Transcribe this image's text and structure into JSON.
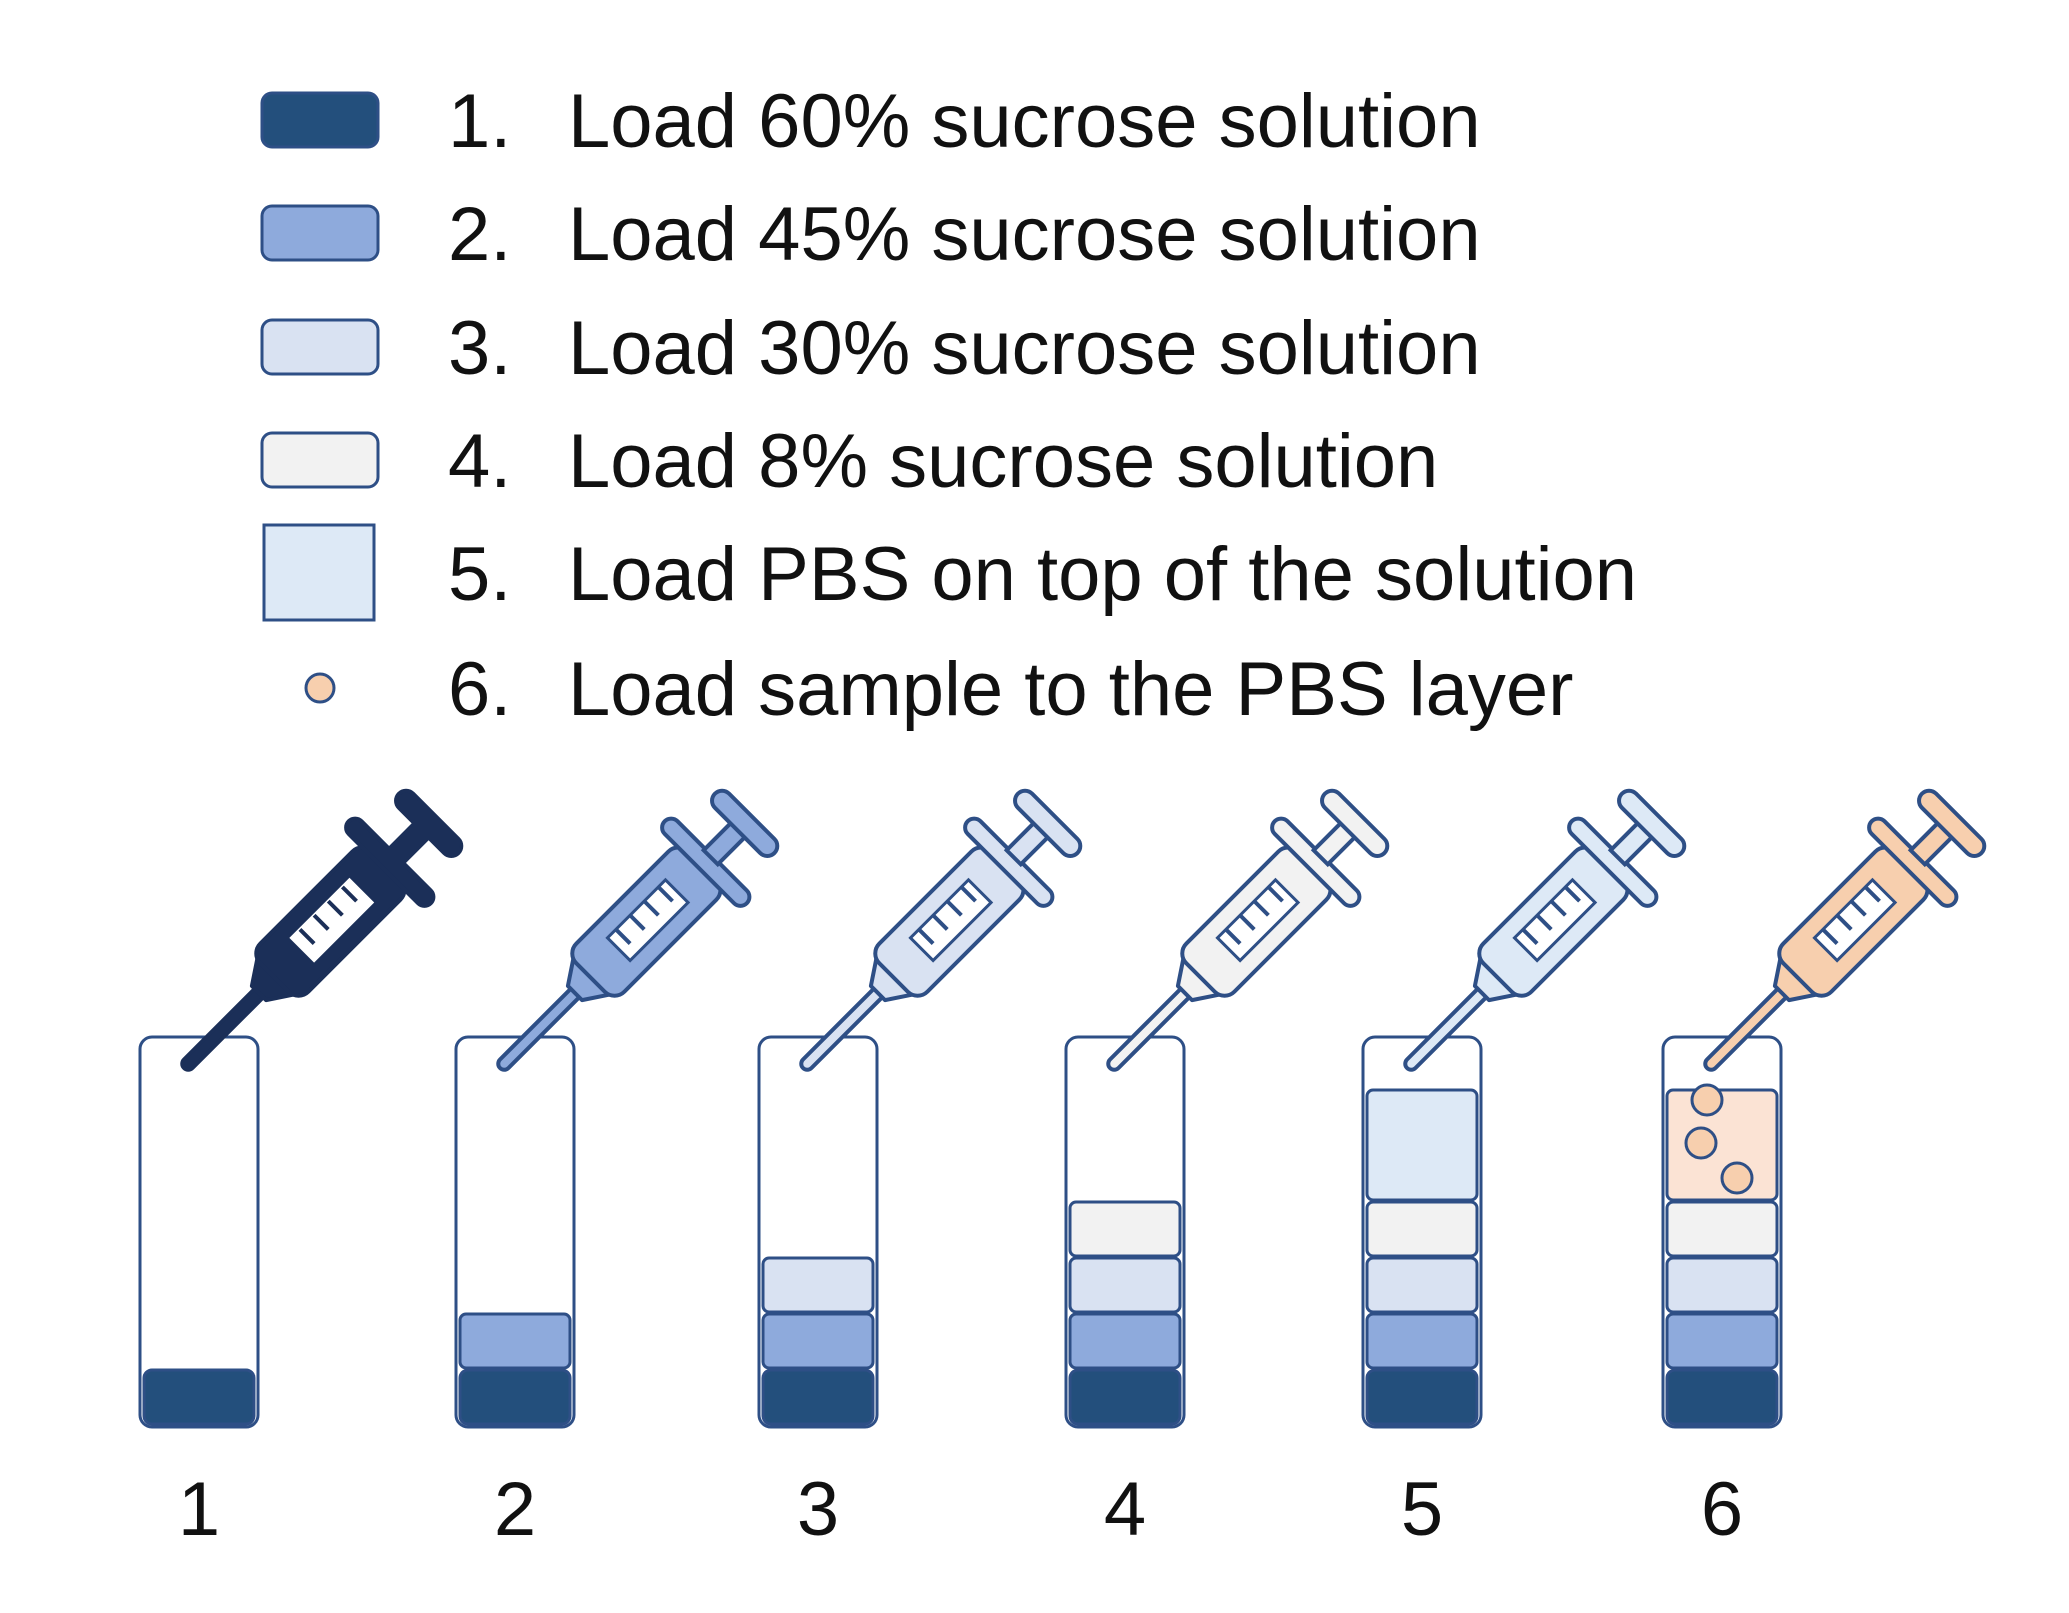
{
  "colors": {
    "stroke": "#2e4f86",
    "s60": "#234f7c",
    "s45": "#8eaadc",
    "s30": "#d9e2f2",
    "s8": "#f2f2f2",
    "pbs": "#dde9f6",
    "sample": "#f7cfae",
    "sample_layer": "#fbe3d4",
    "syringe1": "#1b2f58",
    "syringe_outline_dark": "#1b2f58"
  },
  "legend": {
    "items": [
      {
        "number": "1.",
        "text": "Load 60% sucrose solution",
        "swatch": "s60",
        "shape": "bar"
      },
      {
        "number": "2.",
        "text": "Load 45% sucrose solution",
        "swatch": "s45",
        "shape": "bar"
      },
      {
        "number": "3.",
        "text": "Load 30% sucrose solution",
        "swatch": "s30",
        "shape": "bar"
      },
      {
        "number": "4.",
        "text": "Load 8% sucrose solution",
        "swatch": "s8",
        "shape": "bar"
      },
      {
        "number": "5.",
        "text": "Load PBS on top of the solution",
        "swatch": "pbs",
        "shape": "square"
      },
      {
        "number": "6.",
        "text": "Load sample to the PBS layer",
        "swatch": "sample",
        "shape": "dot"
      }
    ]
  },
  "tubes": [
    {
      "label": "1",
      "layers": [
        "s60"
      ],
      "syringe": "syringe1"
    },
    {
      "label": "2",
      "layers": [
        "s60",
        "s45"
      ],
      "syringe": "s45"
    },
    {
      "label": "3",
      "layers": [
        "s60",
        "s45",
        "s30"
      ],
      "syringe": "s30"
    },
    {
      "label": "4",
      "layers": [
        "s60",
        "s45",
        "s30",
        "s8"
      ],
      "syringe": "s8"
    },
    {
      "label": "5",
      "layers": [
        "s60",
        "s45",
        "s30",
        "s8",
        "pbs"
      ],
      "syringe": "pbs"
    },
    {
      "label": "6",
      "layers": [
        "s60",
        "s45",
        "s30",
        "s8",
        "sample_layer"
      ],
      "syringe": "sample",
      "sample_dots": 3
    }
  ]
}
